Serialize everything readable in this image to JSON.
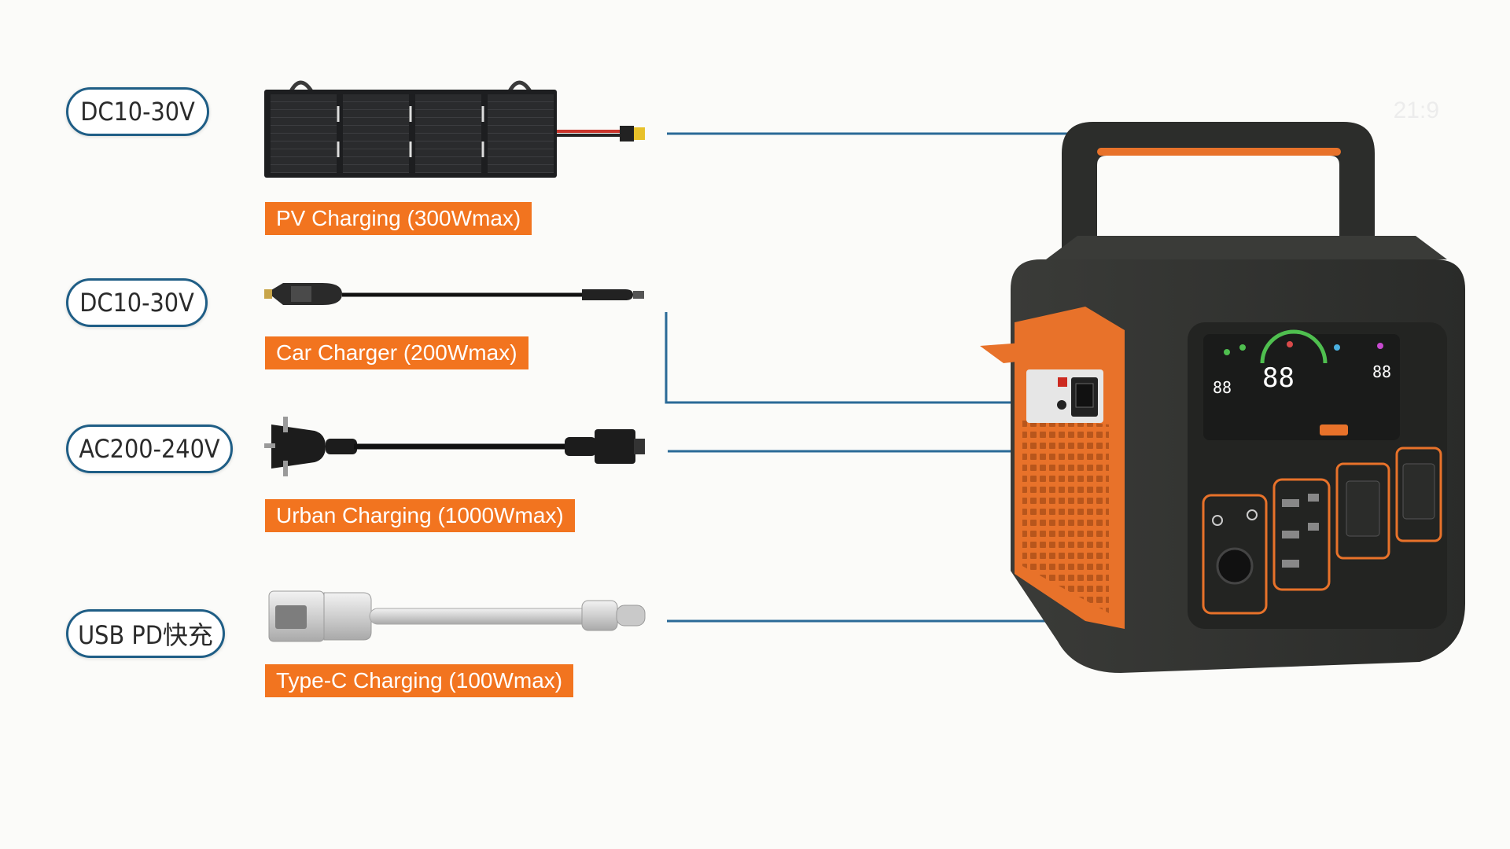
{
  "watermark": "21:9",
  "rows": [
    {
      "voltage": "DC10-30V",
      "tag": "PV Charging (300Wmax)",
      "device": "solar-panel"
    },
    {
      "voltage": "DC10-30V",
      "tag": "Car Charger (200Wmax)",
      "device": "car-charger-cable"
    },
    {
      "voltage": "AC200-240V",
      "tag": "Urban Charging (1000Wmax)",
      "device": "ac-power-cord"
    },
    {
      "voltage": "USB PD快充",
      "tag": "Type-C Charging (100Wmax)",
      "device": "usb-c-cable"
    }
  ],
  "colors": {
    "accent": "#f2741f",
    "connector": "#1f5e86",
    "body": "#2f302d"
  }
}
